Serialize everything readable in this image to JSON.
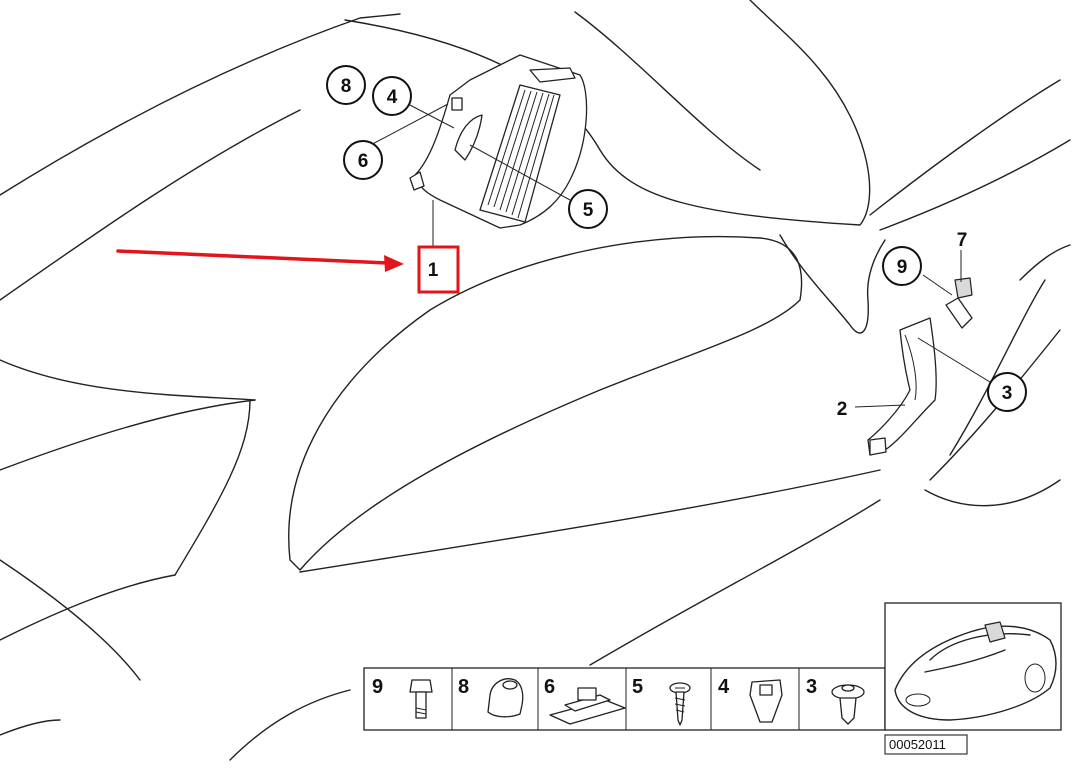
{
  "diagram": {
    "callouts": [
      {
        "id": "c8",
        "label": "8"
      },
      {
        "id": "c4",
        "label": "4"
      },
      {
        "id": "c6",
        "label": "6"
      },
      {
        "id": "c5",
        "label": "5"
      },
      {
        "id": "c1",
        "label": "1"
      },
      {
        "id": "c9",
        "label": "9"
      },
      {
        "id": "c7",
        "label": "7"
      },
      {
        "id": "c3",
        "label": "3"
      },
      {
        "id": "c2",
        "label": "2"
      }
    ],
    "highlight_color": "#e3151a",
    "parts_strip": [
      "9",
      "8",
      "6",
      "5",
      "4",
      "3"
    ],
    "diagram_id": "00052011"
  }
}
